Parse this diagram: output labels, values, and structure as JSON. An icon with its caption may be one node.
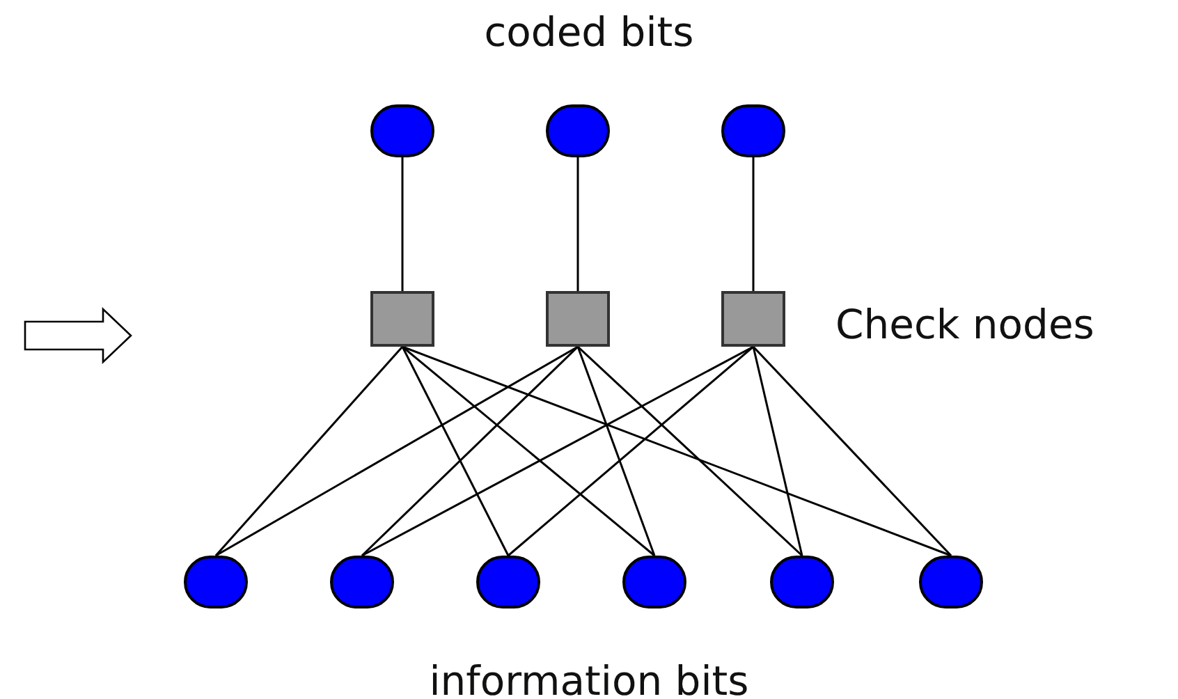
{
  "diagram": {
    "nodes": [
      {
        "text": [],
        "shape": "circle"
      },
      {
        "text": [],
        "shape": "circle"
      },
      {
        "text": [],
        "shape": "circle"
      },
      {
        "text": [],
        "shape": "box"
      },
      {
        "text": [],
        "shape": "box"
      },
      {
        "text": [],
        "shape": "box"
      },
      {
        "text": [],
        "shape": "circle"
      },
      {
        "text": [],
        "shape": "circle"
      },
      {
        "text": [],
        "shape": "circle"
      },
      {
        "text": [],
        "shape": "circle"
      },
      {
        "text": [],
        "shape": "circle"
      },
      {
        "text": [],
        "shape": "circle"
      }
    ],
    "edges": [
      {
        "from": 0,
        "to": 3,
        "arrow": "none"
      },
      {
        "from": 1,
        "to": 4,
        "arrow": "none"
      },
      {
        "from": 2,
        "to": 5,
        "arrow": "none"
      },
      {
        "from": 3,
        "to": 6,
        "arrow": "none"
      },
      {
        "from": 3,
        "to": 8,
        "arrow": "none"
      },
      {
        "from": 3,
        "to": 9,
        "arrow": "none"
      },
      {
        "from": 3,
        "to": 11,
        "arrow": "none"
      },
      {
        "from": 4,
        "to": 6,
        "arrow": "none"
      },
      {
        "from": 4,
        "to": 7,
        "arrow": "none"
      },
      {
        "from": 4,
        "to": 9,
        "arrow": "none"
      },
      {
        "from": 4,
        "to": 10,
        "arrow": "none"
      },
      {
        "from": 5,
        "to": 7,
        "arrow": "none"
      },
      {
        "from": 5,
        "to": 8,
        "arrow": "none"
      },
      {
        "from": 5,
        "to": 10,
        "arrow": "none"
      },
      {
        "from": 5,
        "to": 11,
        "arrow": "none"
      }
    ],
    "labels": [
      "coded bits",
      "Check nodes",
      "information bits"
    ]
  }
}
